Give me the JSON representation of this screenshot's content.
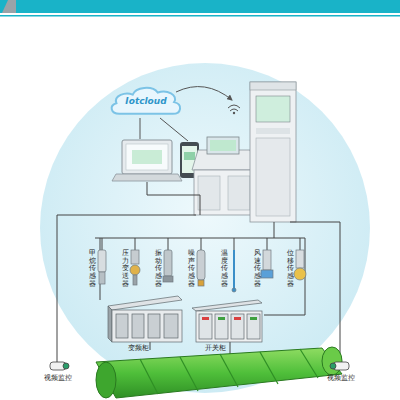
{
  "diagram": {
    "nodes": [
      {
        "text": [
          "Iotcloud"
        ]
      },
      {
        "text": [
          "甲烷传感器"
        ]
      },
      {
        "text": [
          "压力变送器"
        ]
      },
      {
        "text": [
          "振动传感器"
        ]
      },
      {
        "text": [
          "噪声传感器"
        ]
      },
      {
        "text": [
          "温度传感器"
        ]
      },
      {
        "text": [
          "风速传感器"
        ]
      },
      {
        "text": [
          "位移传感器"
        ]
      },
      {
        "text": [
          "变频柜"
        ]
      },
      {
        "text": [
          "开关柜"
        ]
      },
      {
        "text": [
          "视频监控"
        ]
      },
      {
        "text": [
          "视频监控"
        ]
      }
    ]
  }
}
